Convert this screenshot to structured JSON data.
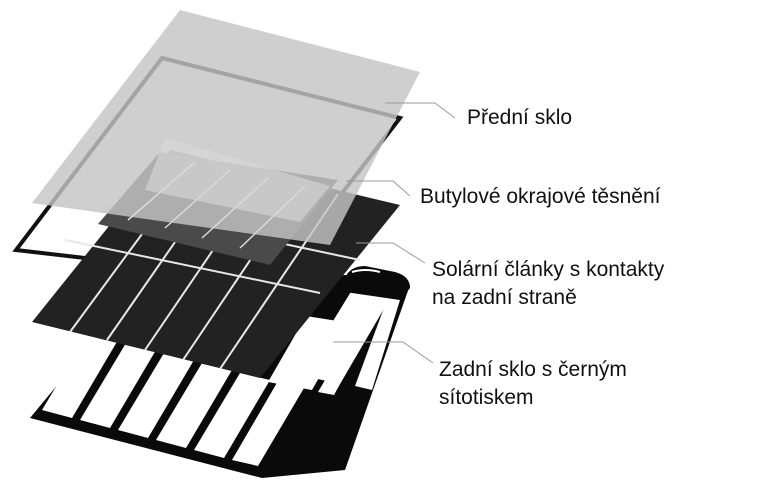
{
  "diagram": {
    "title": "Exploded view of glass-glass solar module with back-contact cells",
    "colors": {
      "front_glass": "#c8c8c8",
      "butyl_seal": "#111111",
      "cells": "#2b2b2b",
      "back_print": "#0a0a0a",
      "leader_line": "#9a9a9a",
      "text": "#111111"
    },
    "layers": [
      {
        "id": "front-glass",
        "lines": [
          "Přední sklo"
        ]
      },
      {
        "id": "butyl-seal",
        "lines": [
          "Butylové okrajové těsnění"
        ]
      },
      {
        "id": "solar-cells",
        "lines": [
          "Solární články s kontakty",
          "na zadní straně"
        ]
      },
      {
        "id": "back-glass",
        "lines": [
          "Zadní sklo s černým",
          "sítotiskem"
        ]
      }
    ]
  }
}
